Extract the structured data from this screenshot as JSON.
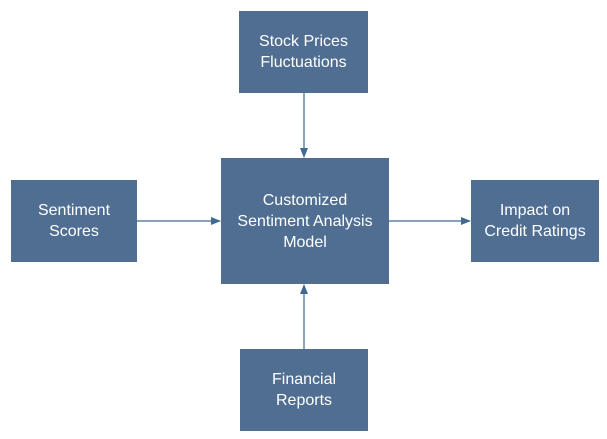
{
  "colors": {
    "node_fill": "#4f6e92",
    "node_text": "#ffffff",
    "edge": "#3f6a91",
    "background": "#ffffff"
  },
  "nodes": {
    "stock_prices": "Stock Prices\nFluctuations",
    "model": "Customized\nSentiment Analysis\nModel",
    "sentiment_scores": "Sentiment\nScores",
    "credit_ratings": "Impact on\nCredit Ratings",
    "financial_reports": "Financial\nReports"
  },
  "edges": [
    {
      "from": "stock_prices",
      "to": "model"
    },
    {
      "from": "sentiment_scores",
      "to": "model"
    },
    {
      "from": "financial_reports",
      "to": "model"
    },
    {
      "from": "model",
      "to": "credit_ratings"
    }
  ]
}
